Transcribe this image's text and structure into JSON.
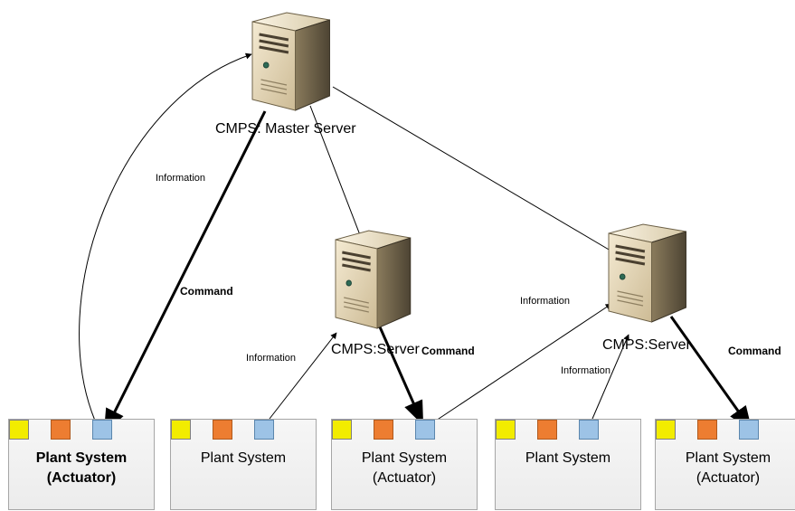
{
  "servers": [
    {
      "id": "master",
      "label": "CMPS: Master Server"
    },
    {
      "id": "server1",
      "label": "CMPS:Server"
    },
    {
      "id": "server2",
      "label": "CMPS:Server"
    }
  ],
  "edge_labels": {
    "info_master": "Information",
    "cmd_master": "Command",
    "info_s1": "Information",
    "cmd_s1": "Command",
    "info_s2_a": "Information",
    "info_s2_b": "Information",
    "cmd_s2": "Command"
  },
  "plants": [
    {
      "line1": "Plant System",
      "line2": "(Actuator)"
    },
    {
      "line1": "Plant System",
      "line2": ""
    },
    {
      "line1": "Plant System",
      "line2": "(Actuator)"
    },
    {
      "line1": "Plant System",
      "line2": ""
    },
    {
      "line1": "Plant System",
      "line2": "(Actuator)"
    }
  ],
  "colors": {
    "yellow": "#f2ec00",
    "orange": "#ed7d31",
    "blue": "#9dc3e6",
    "server_body": "#e9dcc0"
  }
}
